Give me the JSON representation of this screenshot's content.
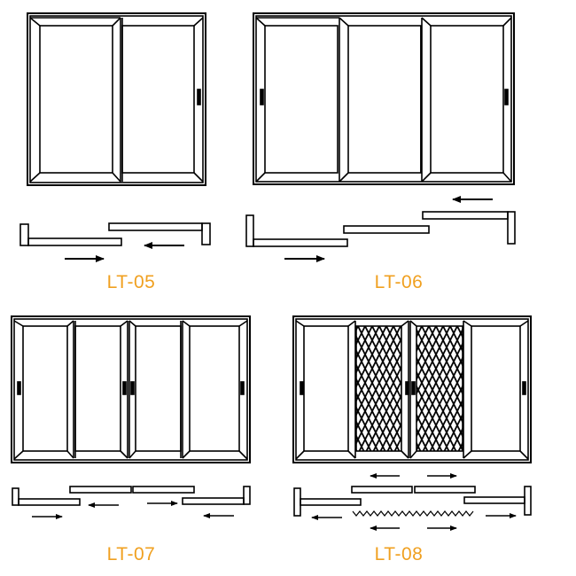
{
  "colors": {
    "line": "#000000",
    "label": "#f0a020",
    "background": "#ffffff"
  },
  "diagrams": [
    {
      "id": "lt05",
      "label": "LT-05",
      "panels": 2,
      "layout": "2-panel sliding door, right panel slides left, left panel slides right",
      "screen_panels": 0,
      "track_arrows": [
        "right",
        "left"
      ]
    },
    {
      "id": "lt06",
      "label": "LT-06",
      "panels": 3,
      "layout": "3-panel sliding door, staggered tracks",
      "screen_panels": 0,
      "track_arrows": [
        "left",
        "right"
      ]
    },
    {
      "id": "lt07",
      "label": "LT-07",
      "panels": 4,
      "layout": "4-panel sliding door, center panels overlapping outer panels",
      "screen_panels": 0,
      "track_arrows": [
        "right",
        "left",
        "right",
        "left"
      ]
    },
    {
      "id": "lt08",
      "label": "LT-08",
      "panels": 4,
      "layout": "4-panel sliding door with 2 center security mesh panels",
      "screen_panels": 2,
      "track_arrows": [
        "left",
        "right",
        "left",
        "left",
        "right",
        "right"
      ]
    }
  ]
}
